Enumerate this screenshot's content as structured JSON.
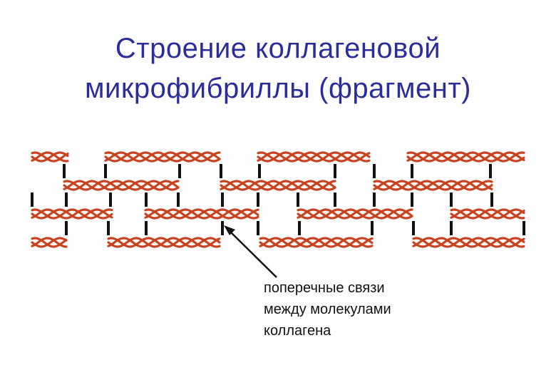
{
  "title": {
    "line1": "Строение коллагеновой",
    "line2": "микрофибриллы (фрагмент)"
  },
  "annotation": {
    "line1": "поперечные связи",
    "line2": "между молекулами",
    "line3": "коллагена"
  },
  "colors": {
    "title": "#2b2e9a",
    "molecule": "#c8431f",
    "crosslink": "#111111",
    "annotation_text": "#111111"
  },
  "icons": {
    "molecule": "triple-helix",
    "crosslink": "vertical-bar",
    "pointer": "arrow"
  }
}
